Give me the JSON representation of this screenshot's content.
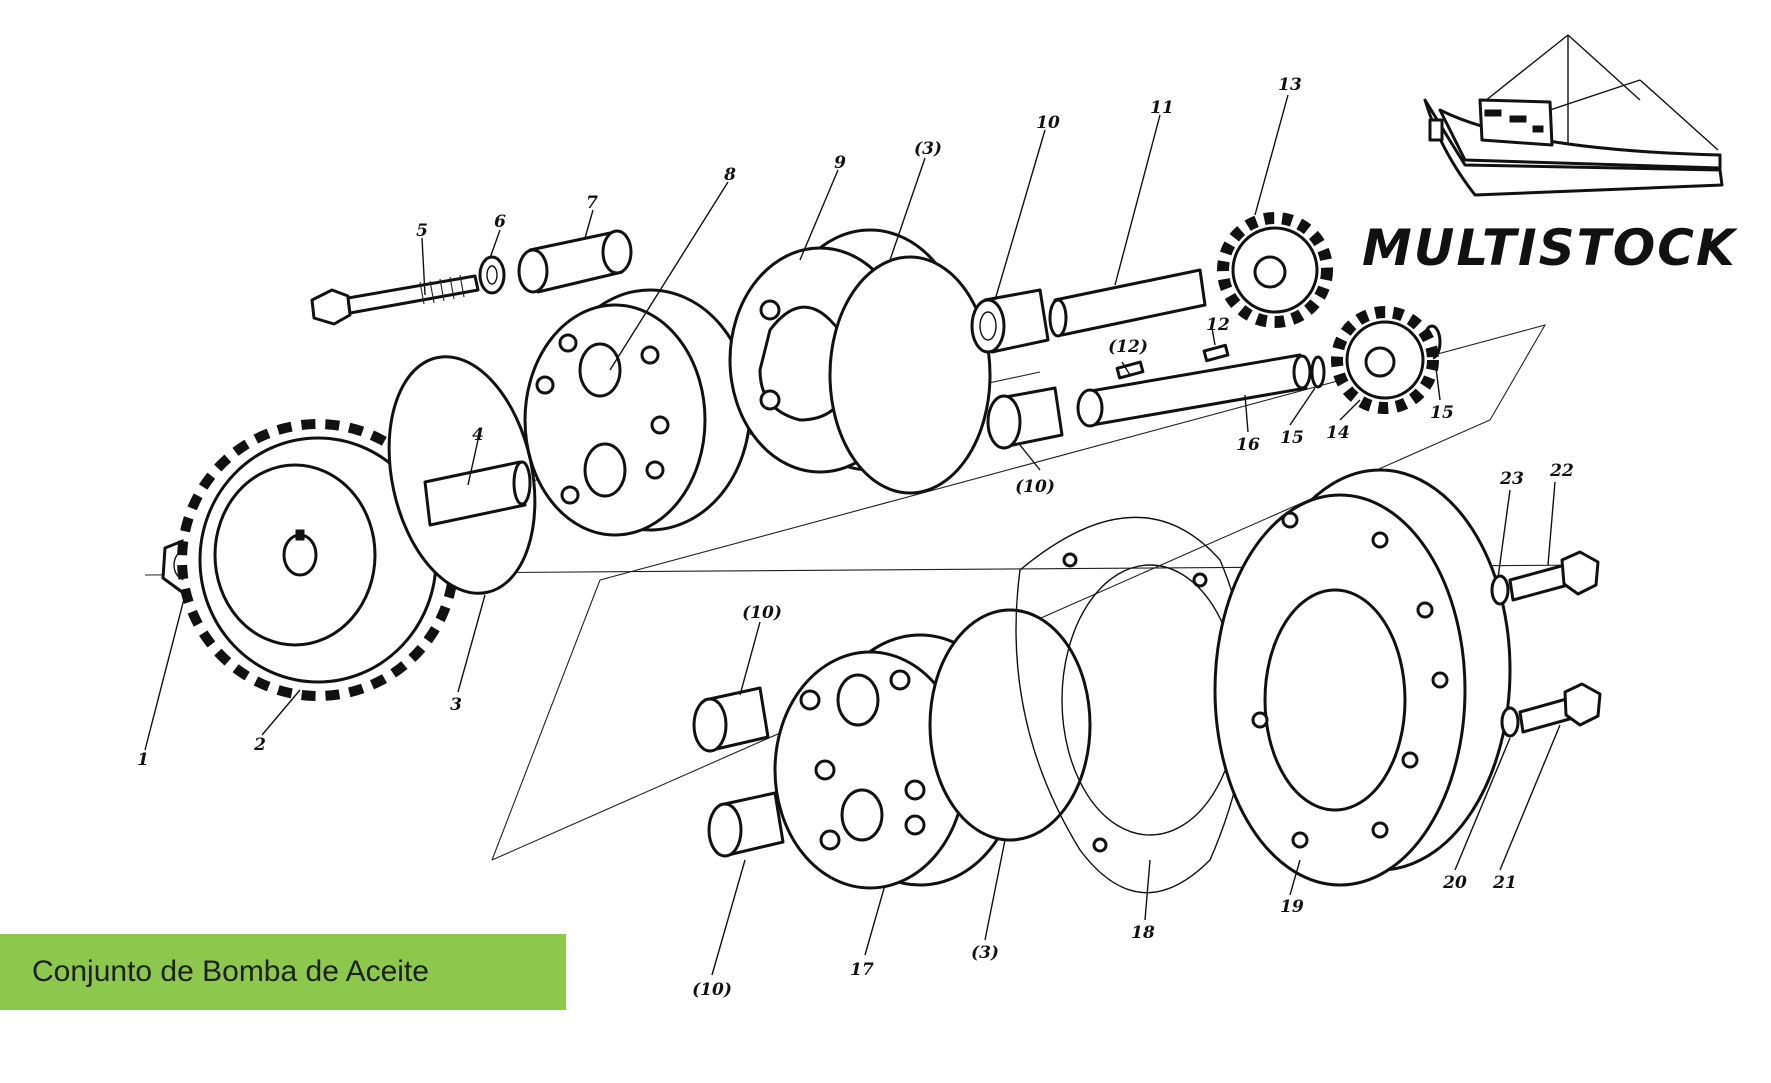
{
  "caption": "Conjunto de Bomba de Aceite",
  "logo": {
    "brand": "MULTISTOCK"
  },
  "callouts": {
    "c1": "1",
    "c2": "2",
    "c3a": "3",
    "c4": "4",
    "c5": "5",
    "c6": "6",
    "c7": "7",
    "c8": "8",
    "c9": "9",
    "c3b": "(3)",
    "c10a": "10",
    "c11": "11",
    "c13": "13",
    "c12a": "(12)",
    "c12b": "12",
    "c10b": "(10)",
    "c16": "16",
    "c15a": "15",
    "c14": "14",
    "c15b": "15",
    "c23": "23",
    "c22": "22",
    "c10c": "(10)",
    "c10d": "(10)",
    "c17": "17",
    "c3c": "(3)",
    "c18": "18",
    "c19": "19",
    "c20": "20",
    "c21": "21"
  },
  "colors": {
    "caption_bg": "#8cc84b",
    "ink": "#111111"
  }
}
